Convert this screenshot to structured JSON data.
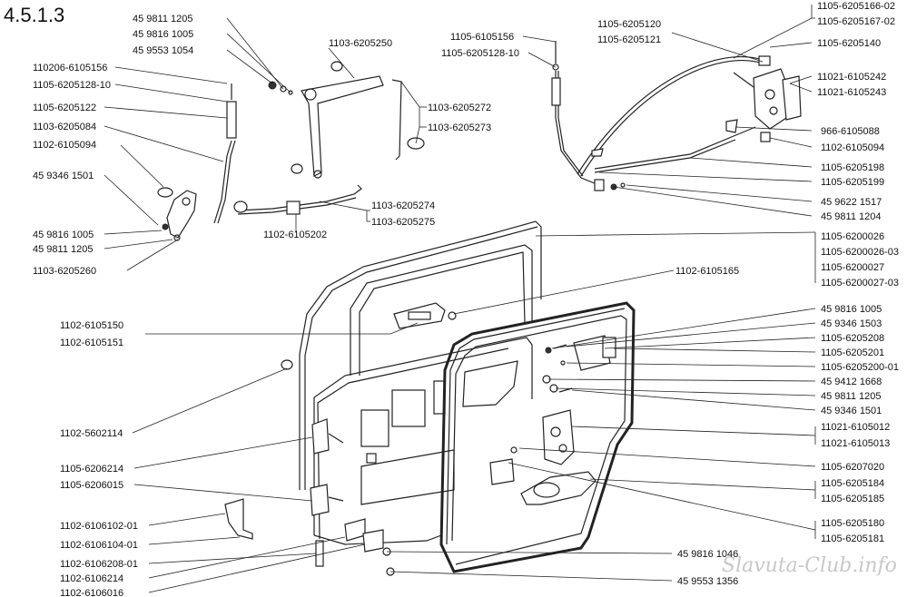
{
  "section": "4.5.1.3",
  "watermark": "Slavuta-Club.info",
  "labels": {
    "l01": "45 9811 1205",
    "l02": "45 9816 1005",
    "l03": "45 9553 1054",
    "l04": "1103-6205250",
    "l05": "110206-6105156",
    "l06": "1105-6205128-10",
    "l07": "1105-6205122",
    "l08": "1103-6205084",
    "l09": "1102-6105094",
    "l10": "45 9346 1501",
    "l11": "45 9816 1005",
    "l12": "45 9811 1205",
    "l13": "1103-6205260",
    "l14": "1103-6205272",
    "l15": "1103-6205273",
    "l16": "1103-6205274",
    "l17": "1103-6205275",
    "l18": "1102-6105202",
    "l19": "1105-6105156",
    "l20": "1105-6205128-10",
    "l21": "1105-6205120",
    "l22": "1105-6205121",
    "l23": "1105-6205166-02",
    "l24": "1105-6205167-02",
    "l25": "1105-6205140",
    "l26": "11021-6105242",
    "l27": "11021-6105243",
    "l28": "966-6105088",
    "l29": "1102-6105094",
    "l30": "1105-6205198",
    "l31": "1105-6205199",
    "l32": "45 9622 1517",
    "l33": "45 9811 1204",
    "l34": "1105-6200026",
    "l35": "1105-6200026-03",
    "l36": "1105-6200027",
    "l37": "1105-6200027-03",
    "l38": "1102-6105165",
    "l39": "1102-6105150",
    "l40": "1102-6105151",
    "l41": "45 9816 1005",
    "l42": "45 9346 1503",
    "l43": "1105-6205208",
    "l44": "1105-6205201",
    "l45": "1105-6205200-01",
    "l46": "45 9412 1668",
    "l47": "45 9811 1205",
    "l48": "45 9346 1501",
    "l49": "1102-5602114",
    "l50": "11021-6105012",
    "l51": "11021-6105013",
    "l52": "1105-6206214",
    "l53": "1105-6207020",
    "l54": "1105-6206015",
    "l55": "1105-6205184",
    "l56": "1105-6205185",
    "l57": "1102-6106102-01",
    "l58": "1102-6106104-01",
    "l59": "1105-6205180",
    "l60": "1105-6205181",
    "l61": "1102-6106208-01",
    "l62": "45 9816 1046",
    "l63": "1102-6106214",
    "l64": "45 9553 1356",
    "l65": "1102-6106016"
  }
}
